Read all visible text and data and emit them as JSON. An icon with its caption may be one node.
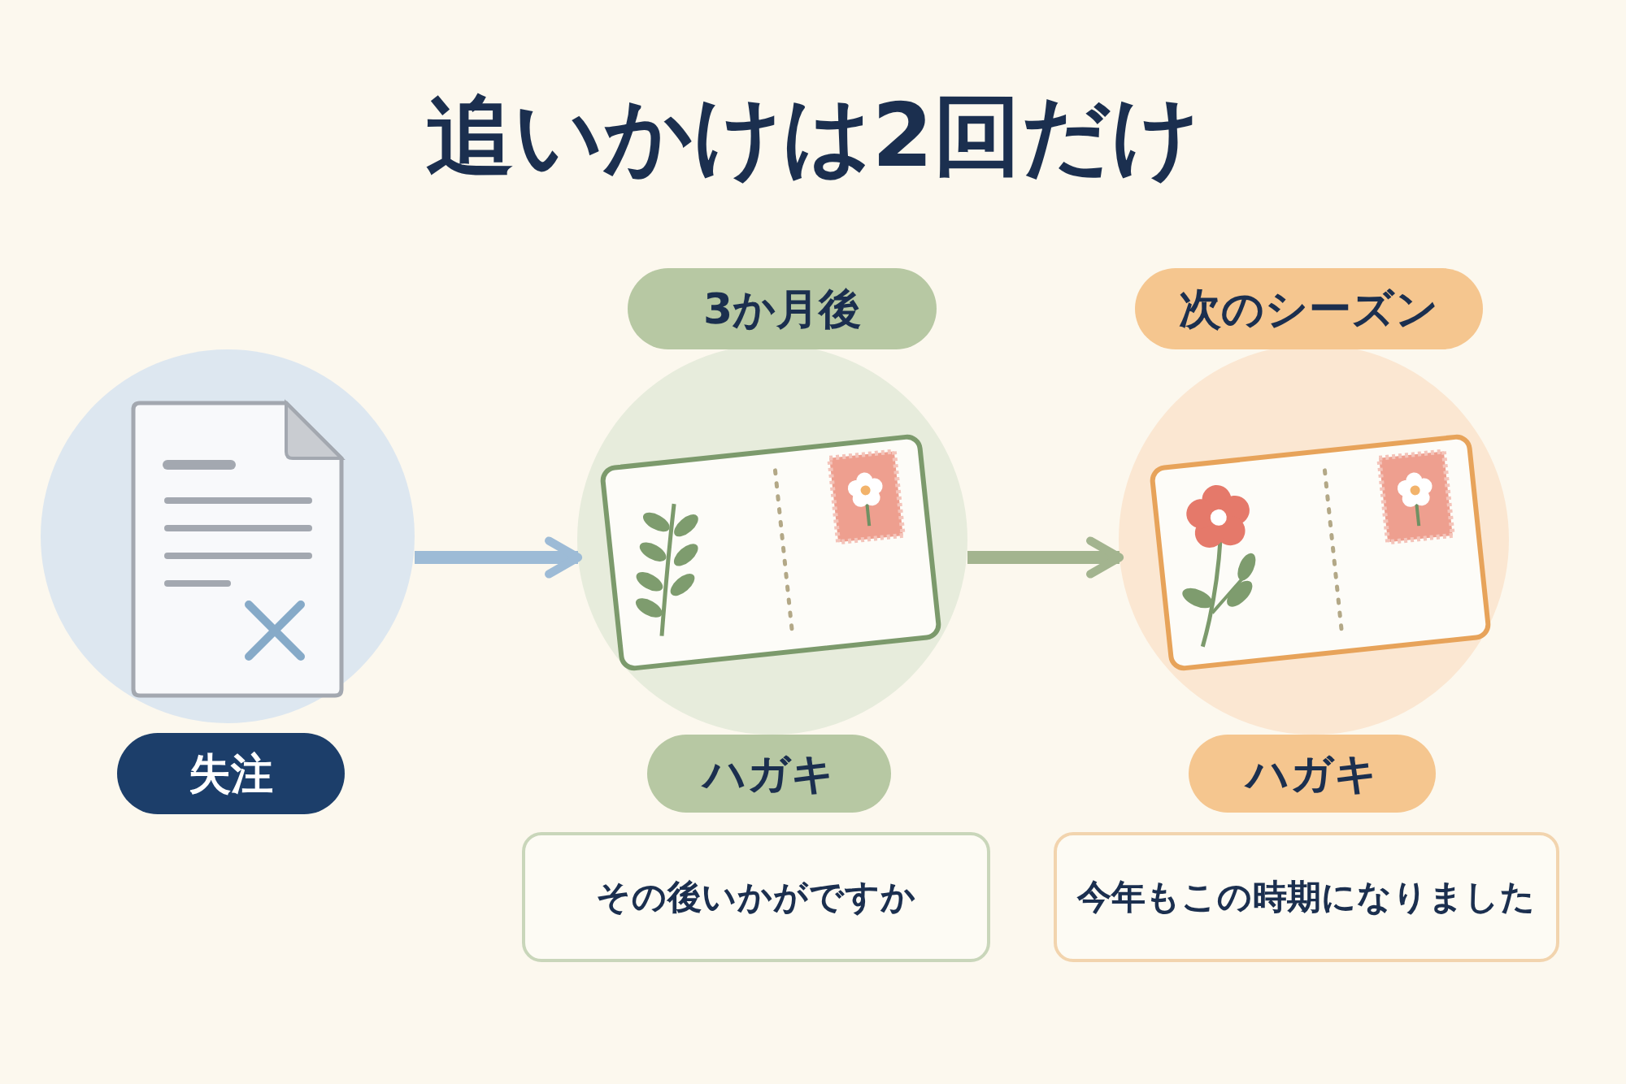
{
  "diagram": {
    "title": "追いかけは2回だけ",
    "nodes": [
      {
        "text": [],
        "shape": "circle"
      },
      {
        "text": [
          "失注"
        ]
      },
      {
        "text": [
          "3か月後"
        ]
      },
      {
        "text": [],
        "shape": "circle"
      },
      {
        "text": [
          "ハガキ"
        ]
      },
      {
        "text": [
          "その後いかがですか"
        ]
      },
      {
        "text": [
          "次のシーズン"
        ]
      },
      {
        "text": [],
        "shape": "circle"
      },
      {
        "text": [
          "ハガキ"
        ]
      },
      {
        "text": [
          "今年もこの時期になりました"
        ]
      }
    ],
    "edges": [
      {
        "from": 0,
        "to": 3,
        "arrow": "to",
        "color": "#9dbbd6"
      },
      {
        "from": 3,
        "to": 7,
        "arrow": "to",
        "color": "#a3b48f"
      }
    ]
  }
}
